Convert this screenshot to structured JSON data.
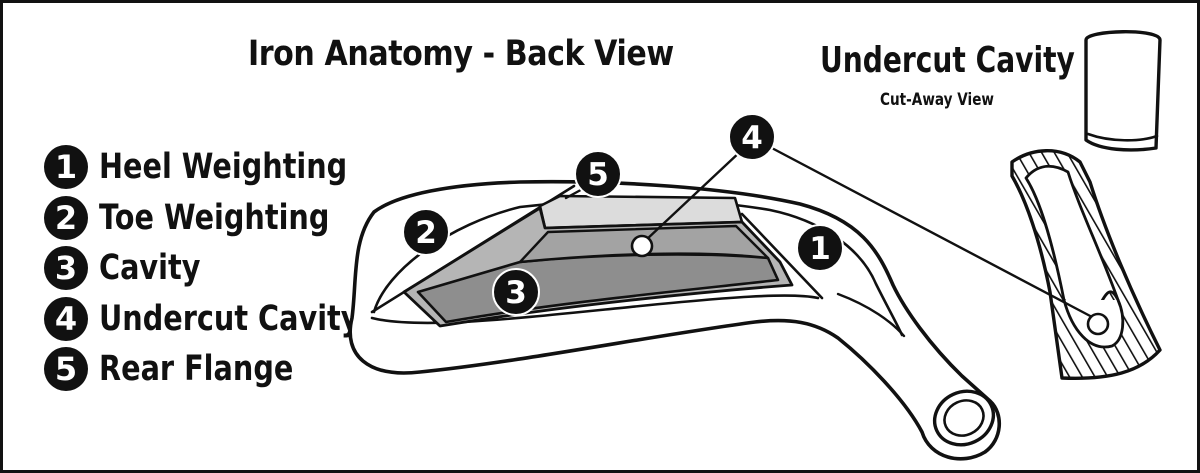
{
  "diagram": {
    "title": "Iron Anatomy - Back View",
    "inset_title": "Undercut Cavity",
    "inset_caption": "Cut-Away View"
  },
  "legend": [
    {
      "number": "1",
      "label": "Heel Weighting"
    },
    {
      "number": "2",
      "label": "Toe Weighting"
    },
    {
      "number": "3",
      "label": "Cavity"
    },
    {
      "number": "4",
      "label": "Undercut Cavity"
    },
    {
      "number": "5",
      "label": "Rear Flange"
    }
  ],
  "markers": {
    "m1": "1",
    "m2": "2",
    "m3": "3",
    "m4": "4",
    "m5": "5"
  },
  "colors": {
    "ink": "#111111",
    "cavity_dark": "#8e8e8e",
    "cavity_mid": "#b5b5b5",
    "flange_light": "#dcdcdc"
  }
}
